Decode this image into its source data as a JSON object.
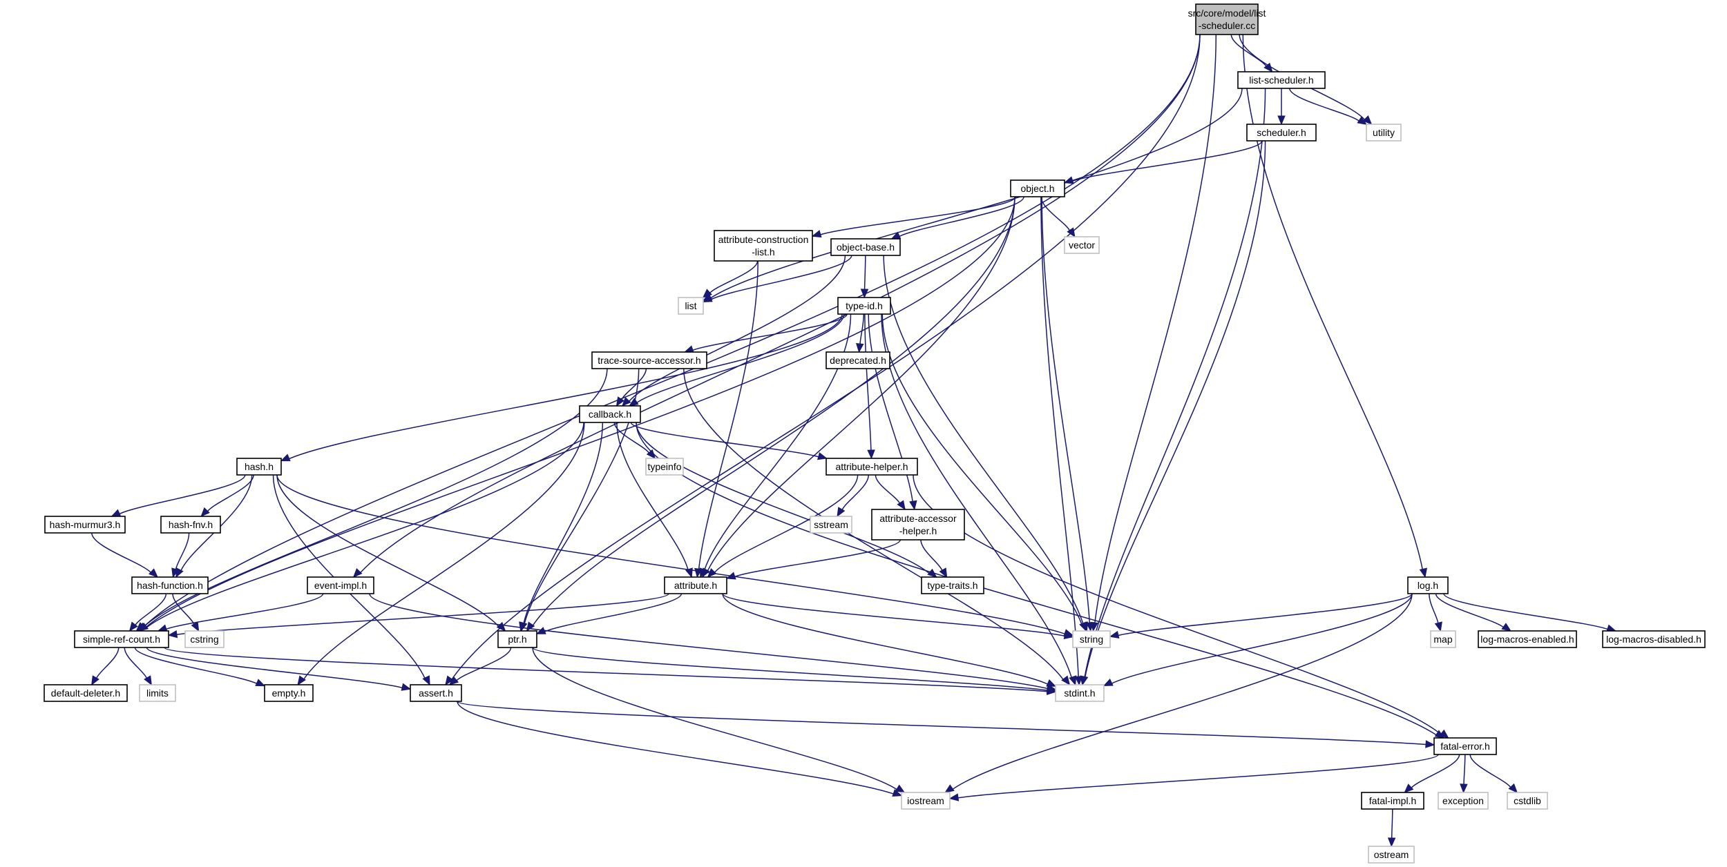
{
  "graph": {
    "colors": {
      "edge": "#191970",
      "local_border": "#000000",
      "system_border": "#bfbfbf",
      "root_fill": "#bfbfbf",
      "node_fill": "#ffffff"
    },
    "nodes": [
      {
        "id": "root",
        "lines": [
          "src/core/model/list",
          "-scheduler.cc"
        ],
        "kind": "root"
      },
      {
        "id": "list_scheduler_h",
        "lines": [
          "list-scheduler.h"
        ],
        "kind": "local"
      },
      {
        "id": "utility",
        "lines": [
          "utility"
        ],
        "kind": "system"
      },
      {
        "id": "scheduler_h",
        "lines": [
          "scheduler.h"
        ],
        "kind": "local"
      },
      {
        "id": "object_h",
        "lines": [
          "object.h"
        ],
        "kind": "local"
      },
      {
        "id": "vector",
        "lines": [
          "vector"
        ],
        "kind": "system"
      },
      {
        "id": "attr_constr_h",
        "lines": [
          "attribute-construction",
          "-list.h"
        ],
        "kind": "local"
      },
      {
        "id": "object_base_h",
        "lines": [
          "object-base.h"
        ],
        "kind": "local"
      },
      {
        "id": "list",
        "lines": [
          "list"
        ],
        "kind": "system"
      },
      {
        "id": "type_id_h",
        "lines": [
          "type-id.h"
        ],
        "kind": "local"
      },
      {
        "id": "trace_src_h",
        "lines": [
          "trace-source-accessor.h"
        ],
        "kind": "local"
      },
      {
        "id": "deprecated_h",
        "lines": [
          "deprecated.h"
        ],
        "kind": "local"
      },
      {
        "id": "callback_h",
        "lines": [
          "callback.h"
        ],
        "kind": "local"
      },
      {
        "id": "typeinfo",
        "lines": [
          "typeinfo"
        ],
        "kind": "system"
      },
      {
        "id": "attr_helper_h",
        "lines": [
          "attribute-helper.h"
        ],
        "kind": "local"
      },
      {
        "id": "hash_h",
        "lines": [
          "hash.h"
        ],
        "kind": "local"
      },
      {
        "id": "sstream",
        "lines": [
          "sstream"
        ],
        "kind": "system"
      },
      {
        "id": "attr_acc_h",
        "lines": [
          "attribute-accessor",
          "-helper.h"
        ],
        "kind": "local"
      },
      {
        "id": "hash_murmur_h",
        "lines": [
          "hash-murmur3.h"
        ],
        "kind": "local"
      },
      {
        "id": "hash_fnv_h",
        "lines": [
          "hash-fnv.h"
        ],
        "kind": "local"
      },
      {
        "id": "hash_func_h",
        "lines": [
          "hash-function.h"
        ],
        "kind": "local"
      },
      {
        "id": "event_impl_h",
        "lines": [
          "event-impl.h"
        ],
        "kind": "local"
      },
      {
        "id": "attribute_h",
        "lines": [
          "attribute.h"
        ],
        "kind": "local"
      },
      {
        "id": "type_traits_h",
        "lines": [
          "type-traits.h"
        ],
        "kind": "local"
      },
      {
        "id": "log_h",
        "lines": [
          "log.h"
        ],
        "kind": "local"
      },
      {
        "id": "cstring",
        "lines": [
          "cstring"
        ],
        "kind": "system"
      },
      {
        "id": "simple_ref_h",
        "lines": [
          "simple-ref-count.h"
        ],
        "kind": "local"
      },
      {
        "id": "ptr_h",
        "lines": [
          "ptr.h"
        ],
        "kind": "local"
      },
      {
        "id": "string",
        "lines": [
          "string"
        ],
        "kind": "system"
      },
      {
        "id": "map",
        "lines": [
          "map"
        ],
        "kind": "system"
      },
      {
        "id": "log_en_h",
        "lines": [
          "log-macros-enabled.h"
        ],
        "kind": "local"
      },
      {
        "id": "log_dis_h",
        "lines": [
          "log-macros-disabled.h"
        ],
        "kind": "local"
      },
      {
        "id": "default_del_h",
        "lines": [
          "default-deleter.h"
        ],
        "kind": "local"
      },
      {
        "id": "limits",
        "lines": [
          "limits"
        ],
        "kind": "system"
      },
      {
        "id": "empty_h",
        "lines": [
          "empty.h"
        ],
        "kind": "local"
      },
      {
        "id": "assert_h",
        "lines": [
          "assert.h"
        ],
        "kind": "local"
      },
      {
        "id": "stdint_h",
        "lines": [
          "stdint.h"
        ],
        "kind": "system"
      },
      {
        "id": "fatal_err_h",
        "lines": [
          "fatal-error.h"
        ],
        "kind": "local"
      },
      {
        "id": "fatal_impl_h",
        "lines": [
          "fatal-impl.h"
        ],
        "kind": "local"
      },
      {
        "id": "exception",
        "lines": [
          "exception"
        ],
        "kind": "system"
      },
      {
        "id": "cstdlib",
        "lines": [
          "cstdlib"
        ],
        "kind": "system"
      },
      {
        "id": "iostream",
        "lines": [
          "iostream"
        ],
        "kind": "system"
      },
      {
        "id": "ostream",
        "lines": [
          "ostream"
        ],
        "kind": "system"
      }
    ],
    "edges": [
      [
        "root",
        "list_scheduler_h"
      ],
      [
        "root",
        "utility"
      ],
      [
        "root",
        "string"
      ],
      [
        "root",
        "log_h"
      ],
      [
        "root",
        "event_impl_h"
      ],
      [
        "root",
        "assert_h"
      ],
      [
        "root",
        "simple_ref_h"
      ],
      [
        "list_scheduler_h",
        "utility"
      ],
      [
        "list_scheduler_h",
        "scheduler_h"
      ],
      [
        "list_scheduler_h",
        "list"
      ],
      [
        "list_scheduler_h",
        "stdint_h"
      ],
      [
        "scheduler_h",
        "object_h"
      ],
      [
        "scheduler_h",
        "stdint_h"
      ],
      [
        "object_h",
        "vector"
      ],
      [
        "object_h",
        "attr_constr_h"
      ],
      [
        "object_h",
        "object_base_h"
      ],
      [
        "object_h",
        "string"
      ],
      [
        "object_h",
        "stdint_h"
      ],
      [
        "object_h",
        "attribute_h"
      ],
      [
        "object_h",
        "ptr_h"
      ],
      [
        "object_h",
        "simple_ref_h"
      ],
      [
        "attr_constr_h",
        "list"
      ],
      [
        "attr_constr_h",
        "attribute_h"
      ],
      [
        "object_base_h",
        "list"
      ],
      [
        "object_base_h",
        "type_id_h"
      ],
      [
        "object_base_h",
        "callback_h"
      ],
      [
        "object_base_h",
        "string"
      ],
      [
        "type_id_h",
        "trace_src_h"
      ],
      [
        "type_id_h",
        "deprecated_h"
      ],
      [
        "type_id_h",
        "callback_h"
      ],
      [
        "type_id_h",
        "attr_helper_h"
      ],
      [
        "type_id_h",
        "attr_acc_h"
      ],
      [
        "type_id_h",
        "attribute_h"
      ],
      [
        "type_id_h",
        "hash_h"
      ],
      [
        "type_id_h",
        "string"
      ],
      [
        "type_id_h",
        "stdint_h"
      ],
      [
        "trace_src_h",
        "callback_h"
      ],
      [
        "trace_src_h",
        "ptr_h"
      ],
      [
        "trace_src_h",
        "simple_ref_h"
      ],
      [
        "trace_src_h",
        "stdint_h"
      ],
      [
        "callback_h",
        "typeinfo"
      ],
      [
        "callback_h",
        "attr_helper_h"
      ],
      [
        "callback_h",
        "type_traits_h"
      ],
      [
        "callback_h",
        "attribute_h"
      ],
      [
        "callback_h",
        "ptr_h"
      ],
      [
        "callback_h",
        "simple_ref_h"
      ],
      [
        "callback_h",
        "empty_h"
      ],
      [
        "callback_h",
        "fatal_err_h"
      ],
      [
        "attr_helper_h",
        "sstream"
      ],
      [
        "attr_helper_h",
        "attr_acc_h"
      ],
      [
        "attr_helper_h",
        "attribute_h"
      ],
      [
        "attr_helper_h",
        "fatal_err_h"
      ],
      [
        "attr_acc_h",
        "type_traits_h"
      ],
      [
        "attr_acc_h",
        "attribute_h"
      ],
      [
        "hash_h",
        "hash_murmur_h"
      ],
      [
        "hash_h",
        "hash_fnv_h"
      ],
      [
        "hash_h",
        "hash_func_h"
      ],
      [
        "hash_h",
        "string"
      ],
      [
        "hash_h",
        "ptr_h"
      ],
      [
        "hash_h",
        "assert_h"
      ],
      [
        "hash_murmur_h",
        "hash_func_h"
      ],
      [
        "hash_fnv_h",
        "hash_func_h"
      ],
      [
        "hash_func_h",
        "cstring"
      ],
      [
        "hash_func_h",
        "simple_ref_h"
      ],
      [
        "event_impl_h",
        "simple_ref_h"
      ],
      [
        "event_impl_h",
        "stdint_h"
      ],
      [
        "attribute_h",
        "string"
      ],
      [
        "attribute_h",
        "stdint_h"
      ],
      [
        "attribute_h",
        "ptr_h"
      ],
      [
        "attribute_h",
        "simple_ref_h"
      ],
      [
        "simple_ref_h",
        "default_del_h"
      ],
      [
        "simple_ref_h",
        "limits"
      ],
      [
        "simple_ref_h",
        "empty_h"
      ],
      [
        "simple_ref_h",
        "assert_h"
      ],
      [
        "simple_ref_h",
        "stdint_h"
      ],
      [
        "ptr_h",
        "assert_h"
      ],
      [
        "ptr_h",
        "stdint_h"
      ],
      [
        "ptr_h",
        "iostream"
      ],
      [
        "assert_h",
        "fatal_err_h"
      ],
      [
        "assert_h",
        "iostream"
      ],
      [
        "log_h",
        "string"
      ],
      [
        "log_h",
        "map"
      ],
      [
        "log_h",
        "log_en_h"
      ],
      [
        "log_h",
        "log_dis_h"
      ],
      [
        "log_h",
        "stdint_h"
      ],
      [
        "log_h",
        "iostream"
      ],
      [
        "fatal_err_h",
        "fatal_impl_h"
      ],
      [
        "fatal_err_h",
        "exception"
      ],
      [
        "fatal_err_h",
        "cstdlib"
      ],
      [
        "fatal_err_h",
        "iostream"
      ],
      [
        "fatal_impl_h",
        "ostream"
      ]
    ]
  }
}
